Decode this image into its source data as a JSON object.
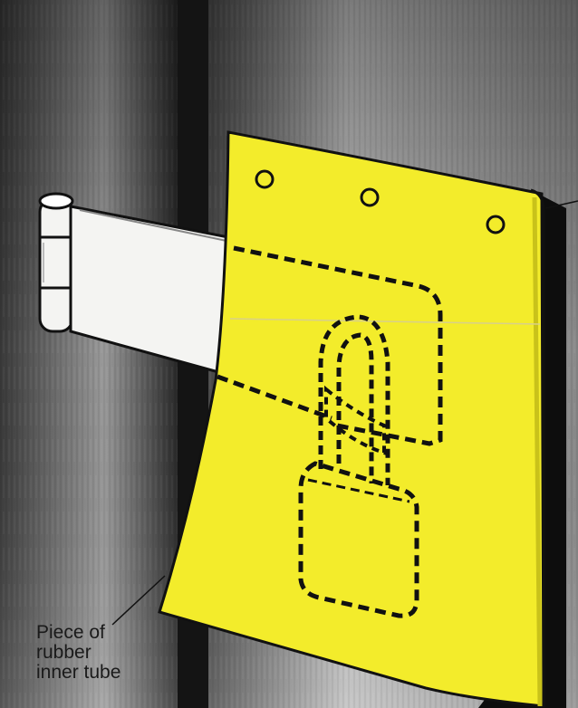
{
  "illustration": {
    "callout": {
      "line1": "Piece of",
      "line2": "rubber",
      "line3": "inner tube"
    },
    "colors": {
      "door_light": "#b9b9b9",
      "door_dark": "#2b2b2b",
      "rubber_yellow": "#f3ec2b",
      "rubber_edge": "#c9c21a",
      "hasp_metal": "#f4f4f2",
      "outline": "#111111",
      "shadow": "#0d0d0d"
    }
  }
}
